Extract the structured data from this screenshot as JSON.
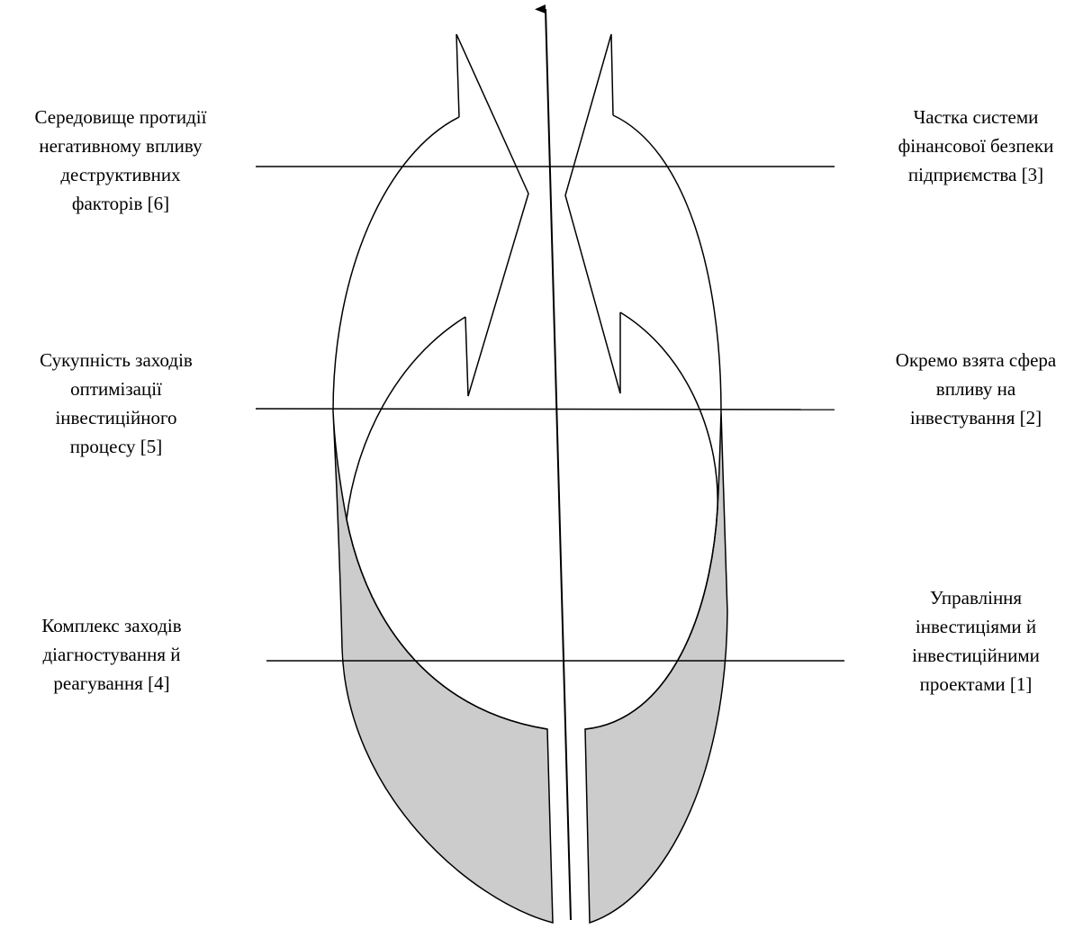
{
  "colors": {
    "stroke": "#000000",
    "fill_shaded": "#cccccc",
    "background": "#ffffff"
  },
  "labels": {
    "top_left": [
      "Середовище протидії",
      "негативному впливу",
      "деструктивних",
      "факторів [6]"
    ],
    "middle_left": [
      "Сукупність заходів",
      "оптимізації",
      "інвестиційного",
      "процесу [5]"
    ],
    "bottom_left": [
      "Комплекс заходів",
      "діагностування й",
      "реагування [4]"
    ],
    "top_right": [
      "Частка системи",
      "фінансової безпеки",
      "підприємства [3]"
    ],
    "middle_right": [
      "Окремо взята сфера",
      "впливу на",
      "інвестування [2]"
    ],
    "bottom_right": [
      "Управління",
      "інвестиціями й",
      "інвестиційними",
      "проектами [1]"
    ]
  }
}
